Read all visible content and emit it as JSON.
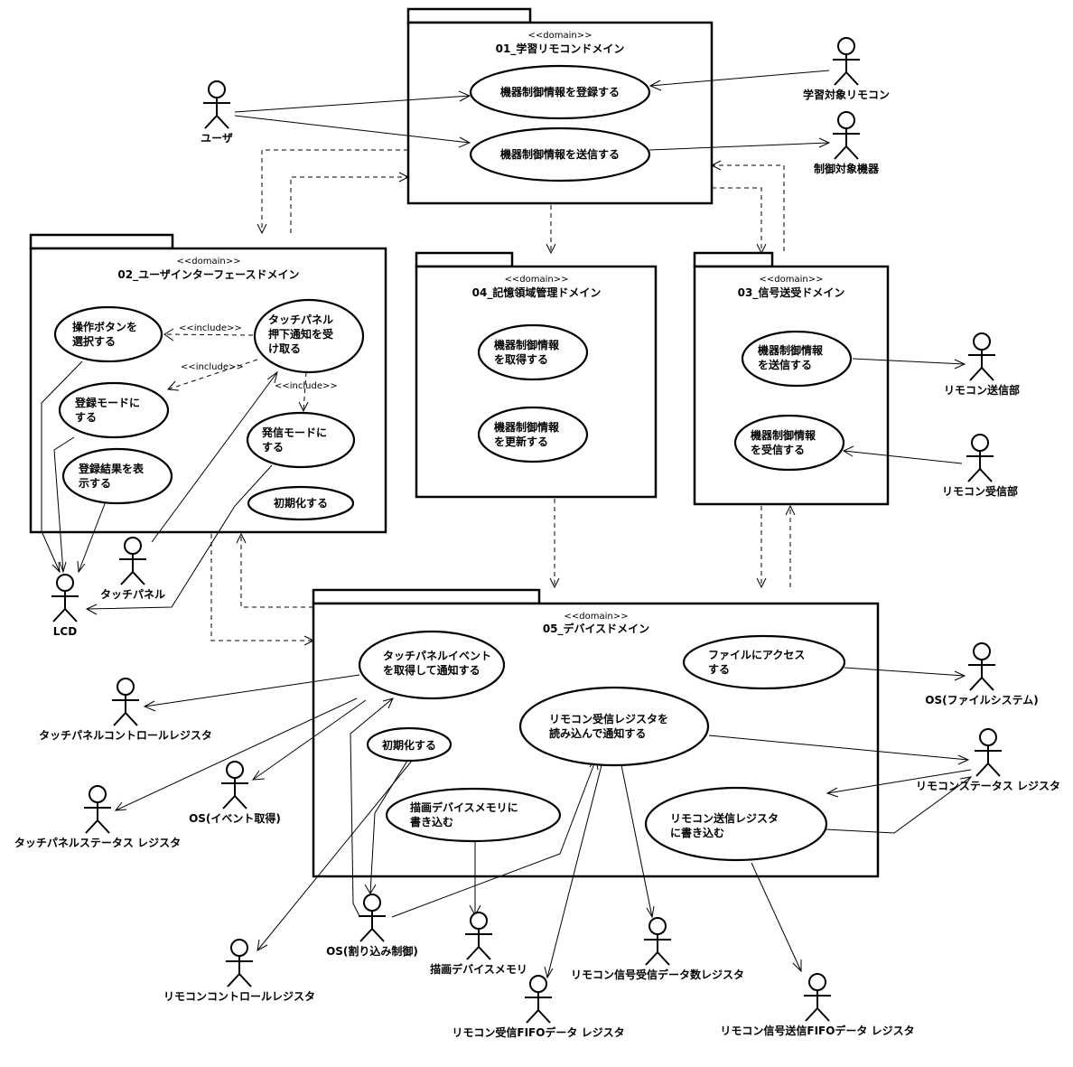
{
  "stereotype": "<<domain>>",
  "include_label": "<<include>>",
  "packages": {
    "p01": {
      "name": "01_学習リモコンドメイン",
      "use_cases": {
        "register": [
          "機器制御情報を登録する"
        ],
        "send": [
          "機器制御情報を送信する"
        ]
      }
    },
    "p02": {
      "name": "02_ユーザインターフェースドメイン",
      "use_cases": {
        "select_button": [
          "操作ボタンを",
          "選択する"
        ],
        "touch_notify": [
          "タッチパネル",
          "押下通知を受",
          "け取る"
        ],
        "register_mode": [
          "登録モードに",
          "する"
        ],
        "send_mode": [
          "発信モードに",
          "する"
        ],
        "show_result": [
          "登録結果を表",
          "示する"
        ],
        "init": [
          "初期化する"
        ]
      }
    },
    "p03": {
      "name": "03_信号送受ドメイン",
      "use_cases": {
        "send": [
          "機器制御情報",
          "を送信する"
        ],
        "receive": [
          "機器制御情報",
          "を受信する"
        ]
      }
    },
    "p04": {
      "name": "04_記憶領域管理ドメイン",
      "use_cases": {
        "get": [
          "機器制御情報",
          "を取得する"
        ],
        "update": [
          "機器制御情報",
          "を更新する"
        ]
      }
    },
    "p05": {
      "name": "05_デバイスドメイン",
      "use_cases": {
        "touch_event": [
          "タッチパネルイベント",
          "を取得して通知する"
        ],
        "file_access": [
          "ファイルにアクセス",
          "する"
        ],
        "init": [
          "初期化する"
        ],
        "read_rx": [
          "リモコン受信レジスタを",
          "読み込んで通知する"
        ],
        "draw_mem": [
          "描画デバイスメモリに",
          "書き込む"
        ],
        "write_tx": [
          "リモコン送信レジスタ",
          "に書き込む"
        ]
      }
    }
  },
  "actors": {
    "user": "ユーザ",
    "learning_remote": "学習対象リモコン",
    "target_device": "制御対象機器",
    "lcd": "LCD",
    "touch_panel": "タッチパネル",
    "remote_tx": "リモコン送信部",
    "remote_rx": "リモコン受信部",
    "tp_control_reg": "タッチパネルコントロールレジスタ",
    "tp_status_reg": "タッチパネルステータス レジスタ",
    "os_event": "OS(イベント取得)",
    "os_interrupt": "OS(割り込み制御)",
    "draw_memory": "描画デバイスメモリ",
    "remote_control_reg": "リモコンコントロールレジスタ",
    "remote_rx_fifo_reg": "リモコン受信FIFOデータ レジスタ",
    "remote_rx_count_reg": "リモコン信号受信データ数レジスタ",
    "remote_tx_fifo_reg": "リモコン信号送信FIFOデータ レジスタ",
    "os_filesystem": "OS(ファイルシステム)",
    "remote_status_reg": "リモコンステータス レジスタ"
  }
}
